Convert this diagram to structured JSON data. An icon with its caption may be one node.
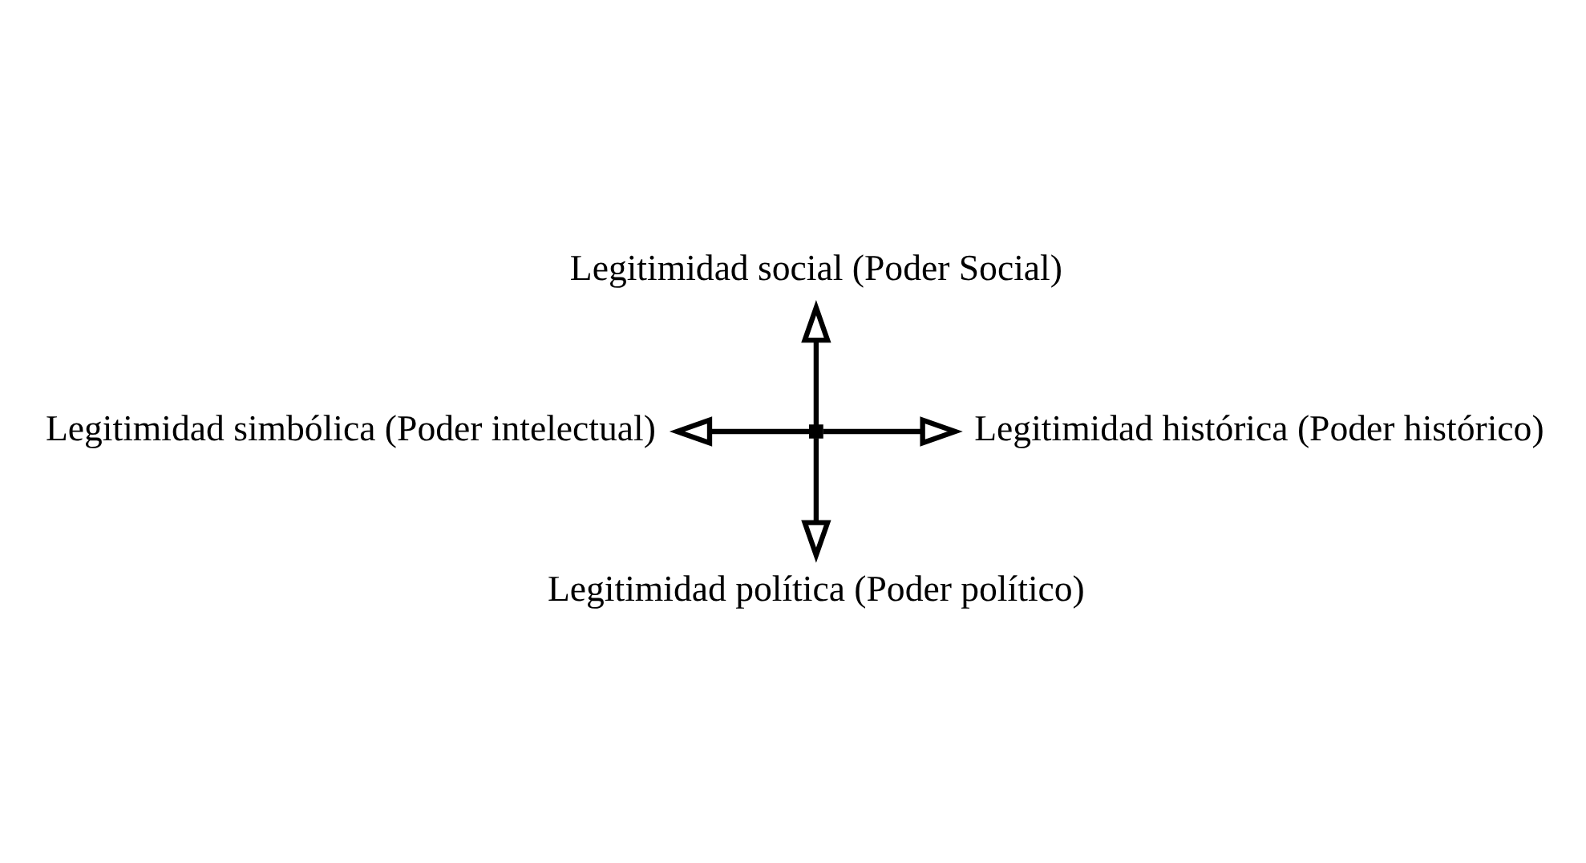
{
  "diagram": {
    "nodes": [
      {
        "text": [
          "Legitimidad social (Poder Social)"
        ]
      },
      {
        "text": [
          "Legitimidad simbólica (Poder intelectual)"
        ]
      },
      {
        "text": [
          "Legitimidad histórica (Poder histórico)"
        ]
      },
      {
        "text": [
          "Legitimidad política (Poder político)"
        ]
      },
      {
        "text": [],
        "shape": "cross"
      }
    ],
    "edges": [
      {
        "from": 4,
        "to": 0,
        "arrow": "to"
      },
      {
        "from": 4,
        "to": 1,
        "arrow": "to"
      },
      {
        "from": 4,
        "to": 2,
        "arrow": "to"
      },
      {
        "from": 4,
        "to": 3,
        "arrow": "to"
      }
    ]
  }
}
